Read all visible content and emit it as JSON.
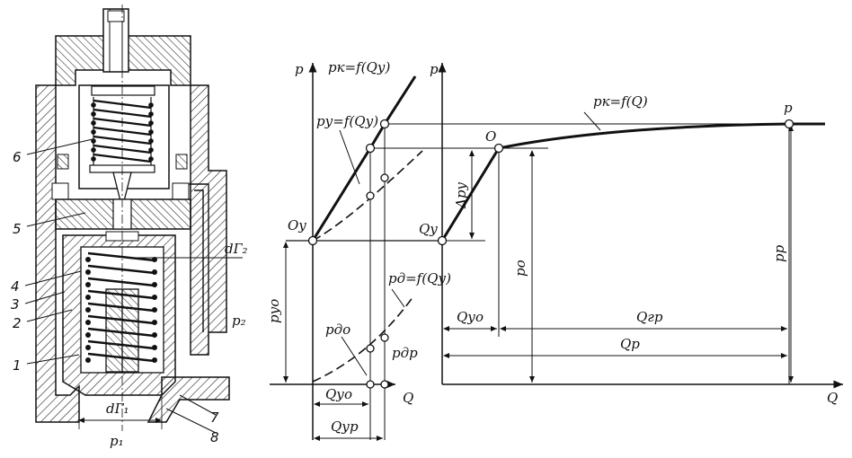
{
  "labels": {
    "valve_parts": {
      "n1": "1",
      "n2": "2",
      "n3": "3",
      "n4": "4",
      "n5": "5",
      "n6": "6",
      "n7": "7",
      "n8": "8"
    },
    "dg1": "dГ₁",
    "dg2": "dГ₂",
    "p1": "p₁",
    "p2": "p₂",
    "left_graph": {
      "y_axis": "p",
      "x_axis": "Q",
      "curve_pk": "pк=f(Qу)",
      "curve_py": "pу=f(Qу)",
      "curve_pd": "pд=f(Qу)",
      "point_Oy": "Oу",
      "p_yo": "pуo",
      "p_do": "pдo",
      "p_dp": "pдp",
      "Q_yo": "Qуo",
      "Q_yp": "Qуp"
    },
    "right_graph": {
      "y_axis": "p",
      "x_axis": "Q",
      "curve": "pк=f(Q)",
      "point_O": "O",
      "point_p": "p",
      "point_Qy": "Qу",
      "delta_py": "Δpу",
      "p_o": "pо",
      "p_p": "pp",
      "Q_yo": "Qуo",
      "Q_gp": "Qгp",
      "Q_p": "Qp"
    }
  }
}
